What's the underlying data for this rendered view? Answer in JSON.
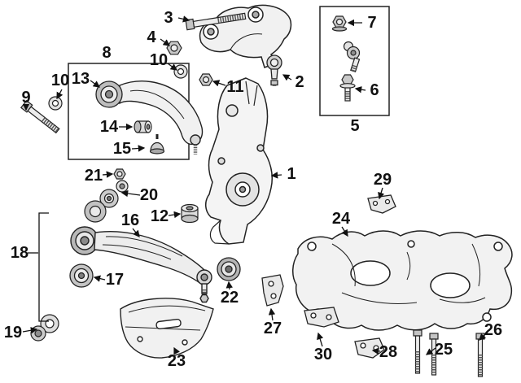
{
  "diagram": {
    "colors": {
      "line": "#111111",
      "background": "#ffffff"
    },
    "callouts": [
      {
        "text": "3"
      },
      {
        "text": "4"
      },
      {
        "text": "10"
      },
      {
        "text": "8"
      },
      {
        "text": "13"
      },
      {
        "text": "10"
      },
      {
        "text": "9"
      },
      {
        "text": "14"
      },
      {
        "text": "15"
      },
      {
        "text": "11"
      },
      {
        "text": "2"
      },
      {
        "text": "7"
      },
      {
        "text": "6"
      },
      {
        "text": "5"
      },
      {
        "text": "1"
      },
      {
        "text": "21"
      },
      {
        "text": "20"
      },
      {
        "text": "16"
      },
      {
        "text": "12"
      },
      {
        "text": "18"
      },
      {
        "text": "17"
      },
      {
        "text": "22"
      },
      {
        "text": "19"
      },
      {
        "text": "23"
      },
      {
        "text": "29"
      },
      {
        "text": "24"
      },
      {
        "text": "27"
      },
      {
        "text": "30"
      },
      {
        "text": "28"
      },
      {
        "text": "25"
      },
      {
        "text": "26"
      }
    ]
  }
}
